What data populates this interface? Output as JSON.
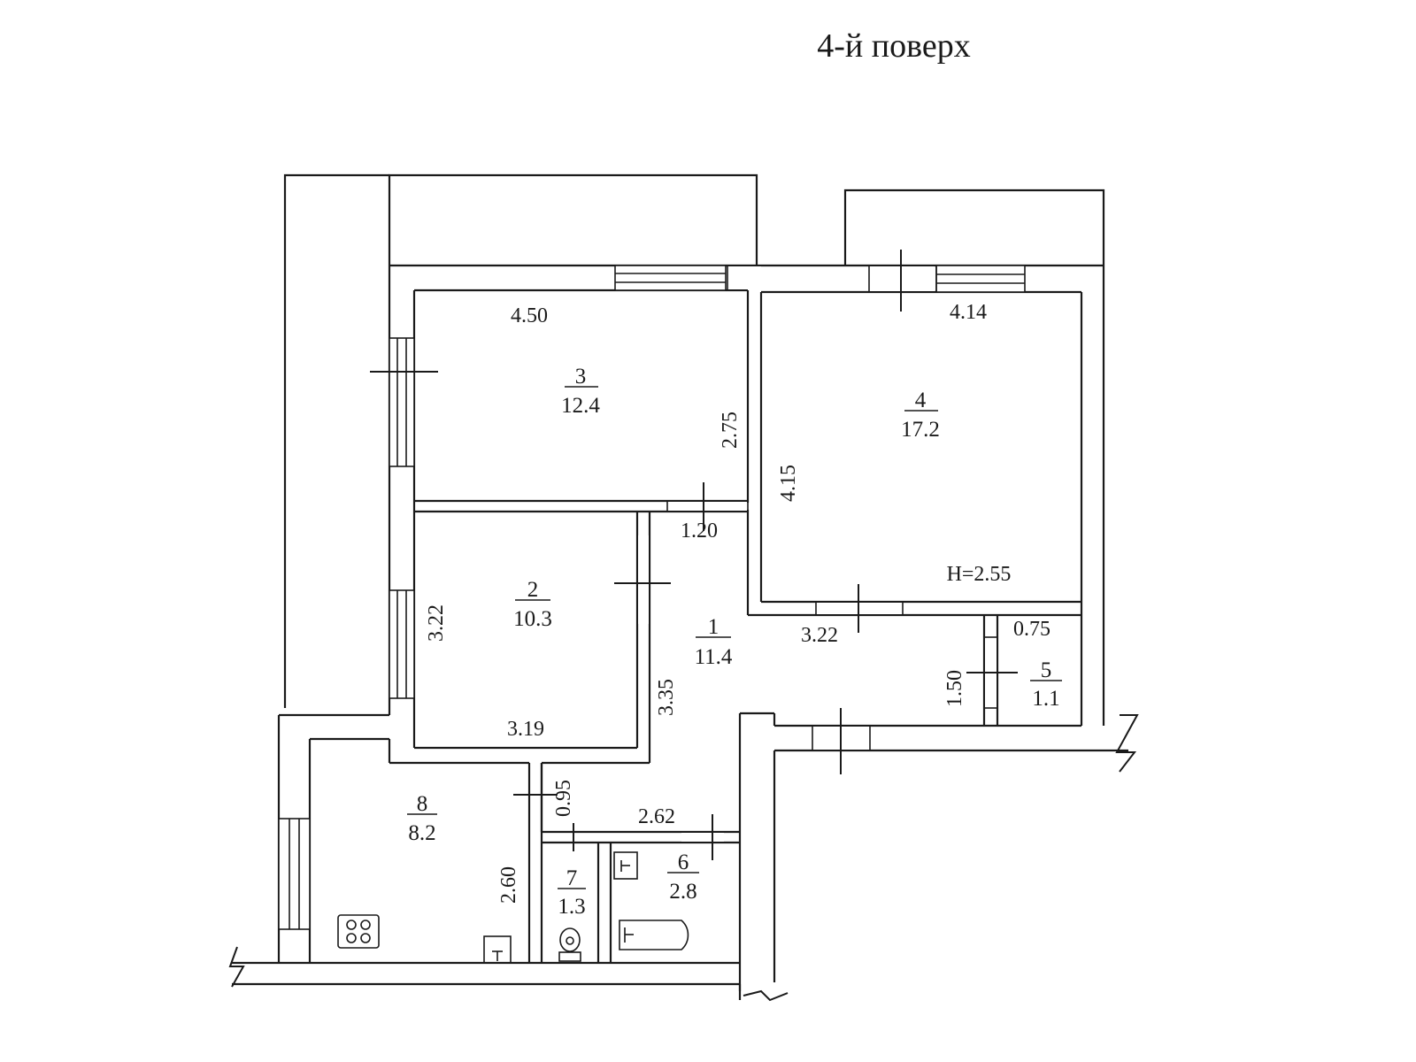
{
  "floor_title": "4-й поверх",
  "ceiling_height": "H=2.55",
  "rooms": [
    {
      "id": "room-1",
      "number": "1",
      "area": "11.4"
    },
    {
      "id": "room-2",
      "number": "2",
      "area": "10.3"
    },
    {
      "id": "room-3",
      "number": "3",
      "area": "12.4"
    },
    {
      "id": "room-4",
      "number": "4",
      "area": "17.2"
    },
    {
      "id": "room-5",
      "number": "5",
      "area": "1.1"
    },
    {
      "id": "room-6",
      "number": "6",
      "area": "2.8"
    },
    {
      "id": "room-7",
      "number": "7",
      "area": "1.3"
    },
    {
      "id": "room-8",
      "number": "8",
      "area": "8.2"
    }
  ],
  "dimensions": {
    "room3_width": "4.50",
    "room3_depth": "2.75",
    "room4_width": "4.14",
    "room4_depth": "4.15",
    "corridor_width": "1.20",
    "room2_depth": "3.22",
    "room2_width": "3.19",
    "hall_depth": "3.35",
    "hall_width": "3.22",
    "room5_width": "0.75",
    "room5_depth": "1.50",
    "passage_width": "0.95",
    "bath_width": "2.62",
    "kitchen_depth": "2.60"
  }
}
